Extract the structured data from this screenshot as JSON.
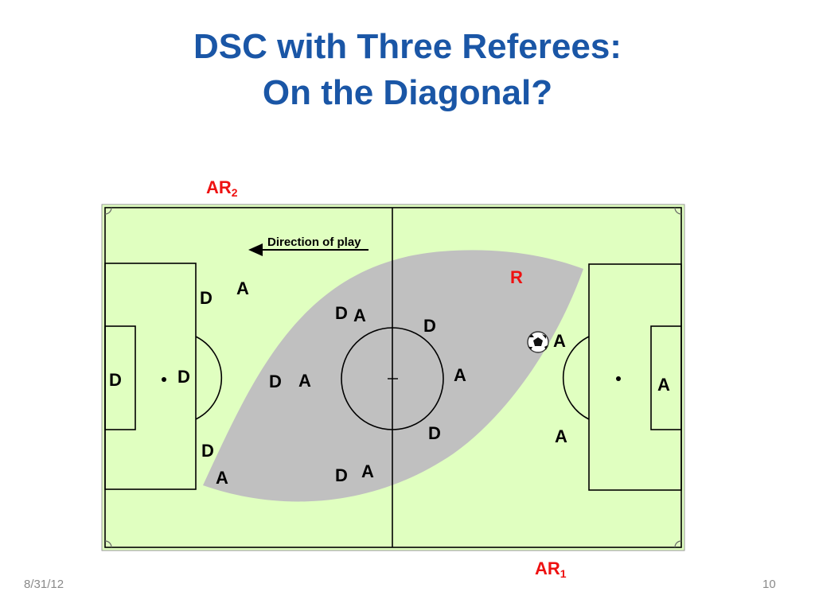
{
  "slide": {
    "title_line1": "DSC with Three Referees:",
    "title_line2": "On the Diagonal?",
    "date": "8/31/12",
    "page_number": "10"
  },
  "referees": {
    "ar2_base": "AR",
    "ar2_sub": "2",
    "ar1_base": "AR",
    "ar1_sub": "1",
    "referee": "R"
  },
  "annotation": {
    "direction_text": "Direction of play"
  },
  "players": {
    "d1": "D",
    "a1": "A",
    "d2": "D",
    "a2": "A",
    "d3": "D",
    "a3": "A",
    "d4": "D",
    "d5": "D",
    "d6": "D",
    "a4": "A",
    "a5": "A",
    "a6": "A",
    "d7": "D",
    "a7": "A",
    "d8": "D",
    "a8": "A",
    "d9": "D",
    "a9": "A"
  },
  "colors": {
    "pitch": "#e0ffc0",
    "diagonal": "#c0c0c0",
    "title": "#1a56a6",
    "referee": "#ee1111"
  }
}
